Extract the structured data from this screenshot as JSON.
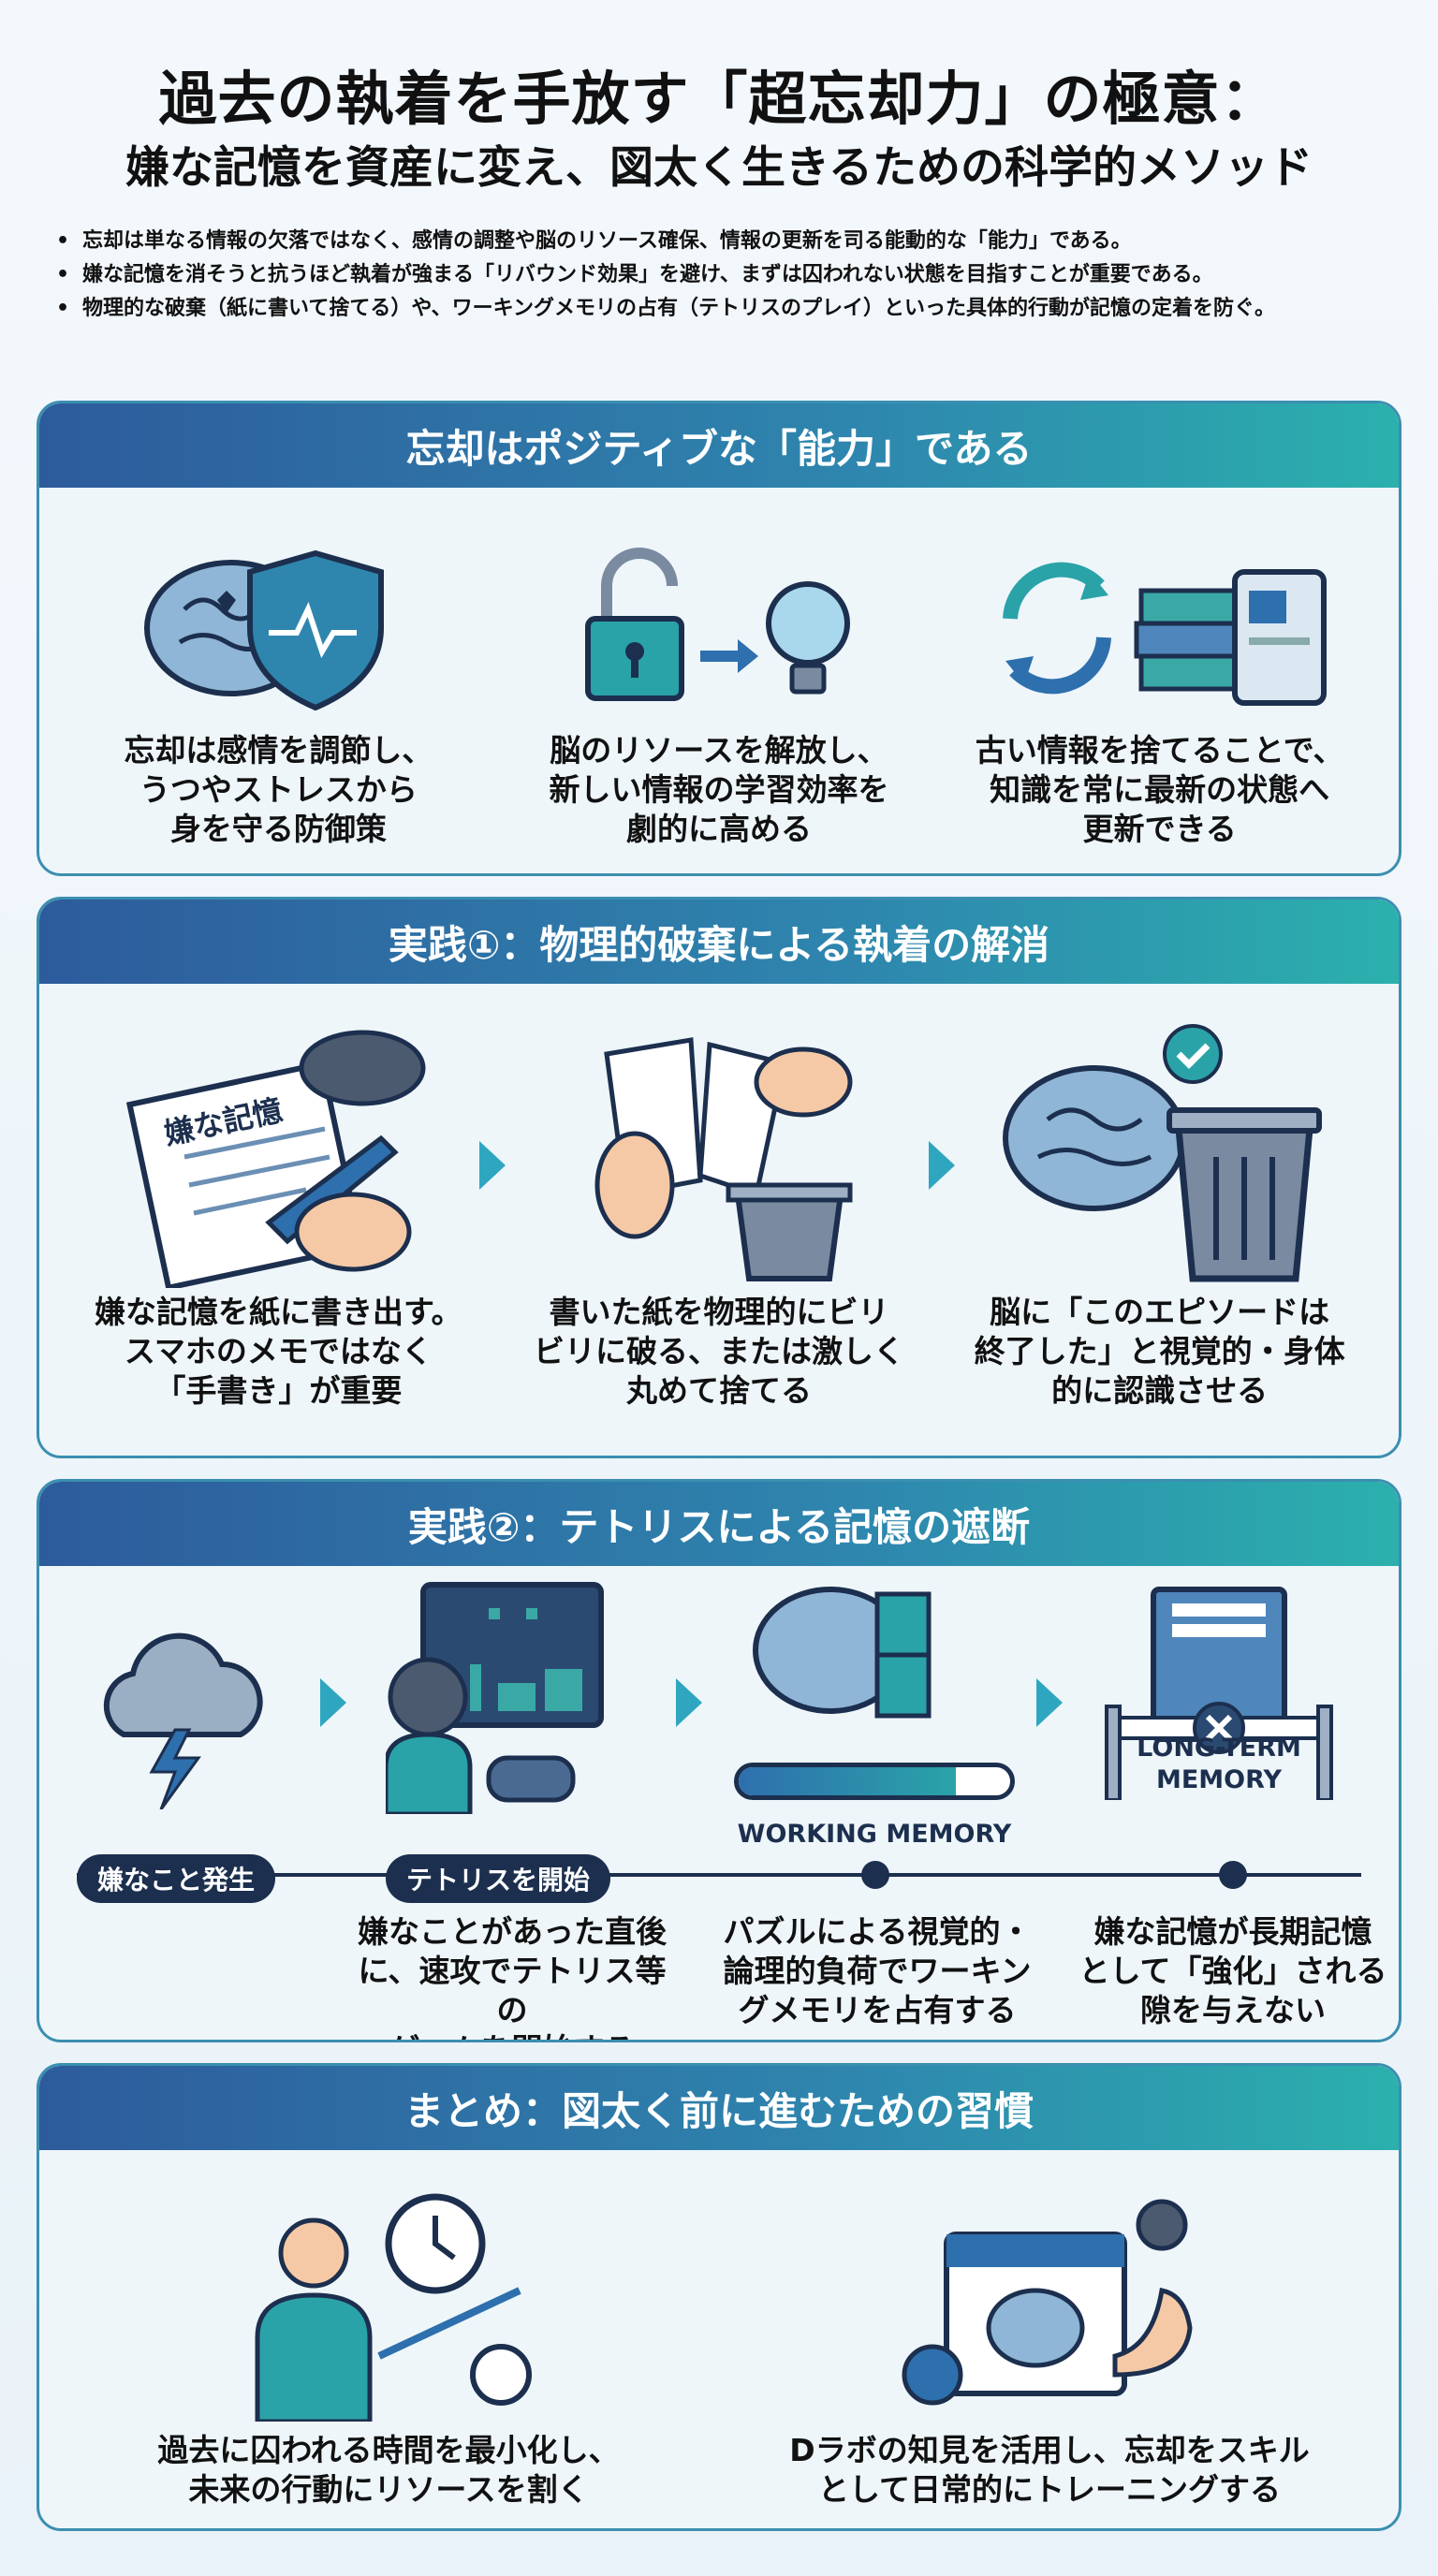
{
  "title": {
    "line1": "過去の執着を手放す「超忘却力」の極意：",
    "line2": "嫌な記憶を資産に変え、図太く生きるための科学的メソッド"
  },
  "bullets": [
    "忘却は単なる情報の欠落ではなく、感情の調整や脳のリソース確保、情報の更新を司る能動的な「能力」である。",
    "嫌な記憶を消そうと抗うほど執着が強まる「リバウンド効果」を避け、まずは囚われない状態を目指すことが重要である。",
    "物理的な破棄（紙に書いて捨てる）や、ワーキングメモリの占有（テトリスのプレイ）といった具体的行動が記憶の定着を防ぐ。"
  ],
  "sections": [
    {
      "title": "忘却はポジティブな「能力」である",
      "items": [
        {
          "icon": "brain-shield-icon",
          "caption": "忘却は感情を調節し、\nうつやストレスから\n身を守る防御策"
        },
        {
          "icon": "unlock-lightbulb-icon",
          "caption": "脳のリソースを解放し、\n新しい情報の学習効率を\n劇的に高める"
        },
        {
          "icon": "refresh-books-icon",
          "caption": "古い情報を捨てることで、\n知識を常に最新の状態へ\n更新できる"
        }
      ]
    },
    {
      "title": "実践①：物理的破棄による執着の解消",
      "items": [
        {
          "icon": "handwriting-icon",
          "paper_text": "嫌な記憶",
          "caption": "嫌な記憶を紙に書き出す。\nスマホのメモではなく\n「手書き」が重要"
        },
        {
          "icon": "tearing-paper-icon",
          "caption": "書いた紙を物理的にビリ\nビリに破る、または激しく\n丸めて捨てる"
        },
        {
          "icon": "brain-trash-icon",
          "caption": "脳に「このエピソードは\n終了した」と視覚的・身体\n的に認識させる"
        }
      ]
    },
    {
      "title": "実践②：テトリスによる記憶の遮断",
      "timeline": [
        "嫌なこと発生",
        "テトリスを開始"
      ],
      "labels": [
        "WORKING MEMORY",
        "LONG-TERM\nMEMORY"
      ],
      "working_memory_fill": 0.8,
      "items": [
        {
          "icon": "storm-cloud-icon",
          "caption": ""
        },
        {
          "icon": "tetris-player-icon",
          "caption": "嫌なことがあった直後\nに、速攻でテトリス等の\nゲームを開始する"
        },
        {
          "icon": "brain-puzzle-icon",
          "caption": "パズルによる視覚的・\n論理的負荷でワーキン\nグメモリを占有する"
        },
        {
          "icon": "blocked-archive-icon",
          "caption": "嫌な記憶が長期記憶\nとして「強化」される\n隙を与えない"
        }
      ]
    },
    {
      "title": "まとめ：図太く前に進むための習慣",
      "items": [
        {
          "icon": "person-clock-icon",
          "caption": "過去に囚われる時間を最小化し、\n未来の行動にリソースを割く"
        },
        {
          "icon": "calendar-brain-muscle-icon",
          "caption": "Dラボの知見を活用し、忘却をスキル\nとして日常的にトレーニングする"
        }
      ]
    }
  ],
  "colors": {
    "header_start": "#2d5b9c",
    "header_end": "#2bb0ad",
    "arrow": "#2fa6c0",
    "navy": "#1c2f4e",
    "teal": "#3aa9a6"
  }
}
